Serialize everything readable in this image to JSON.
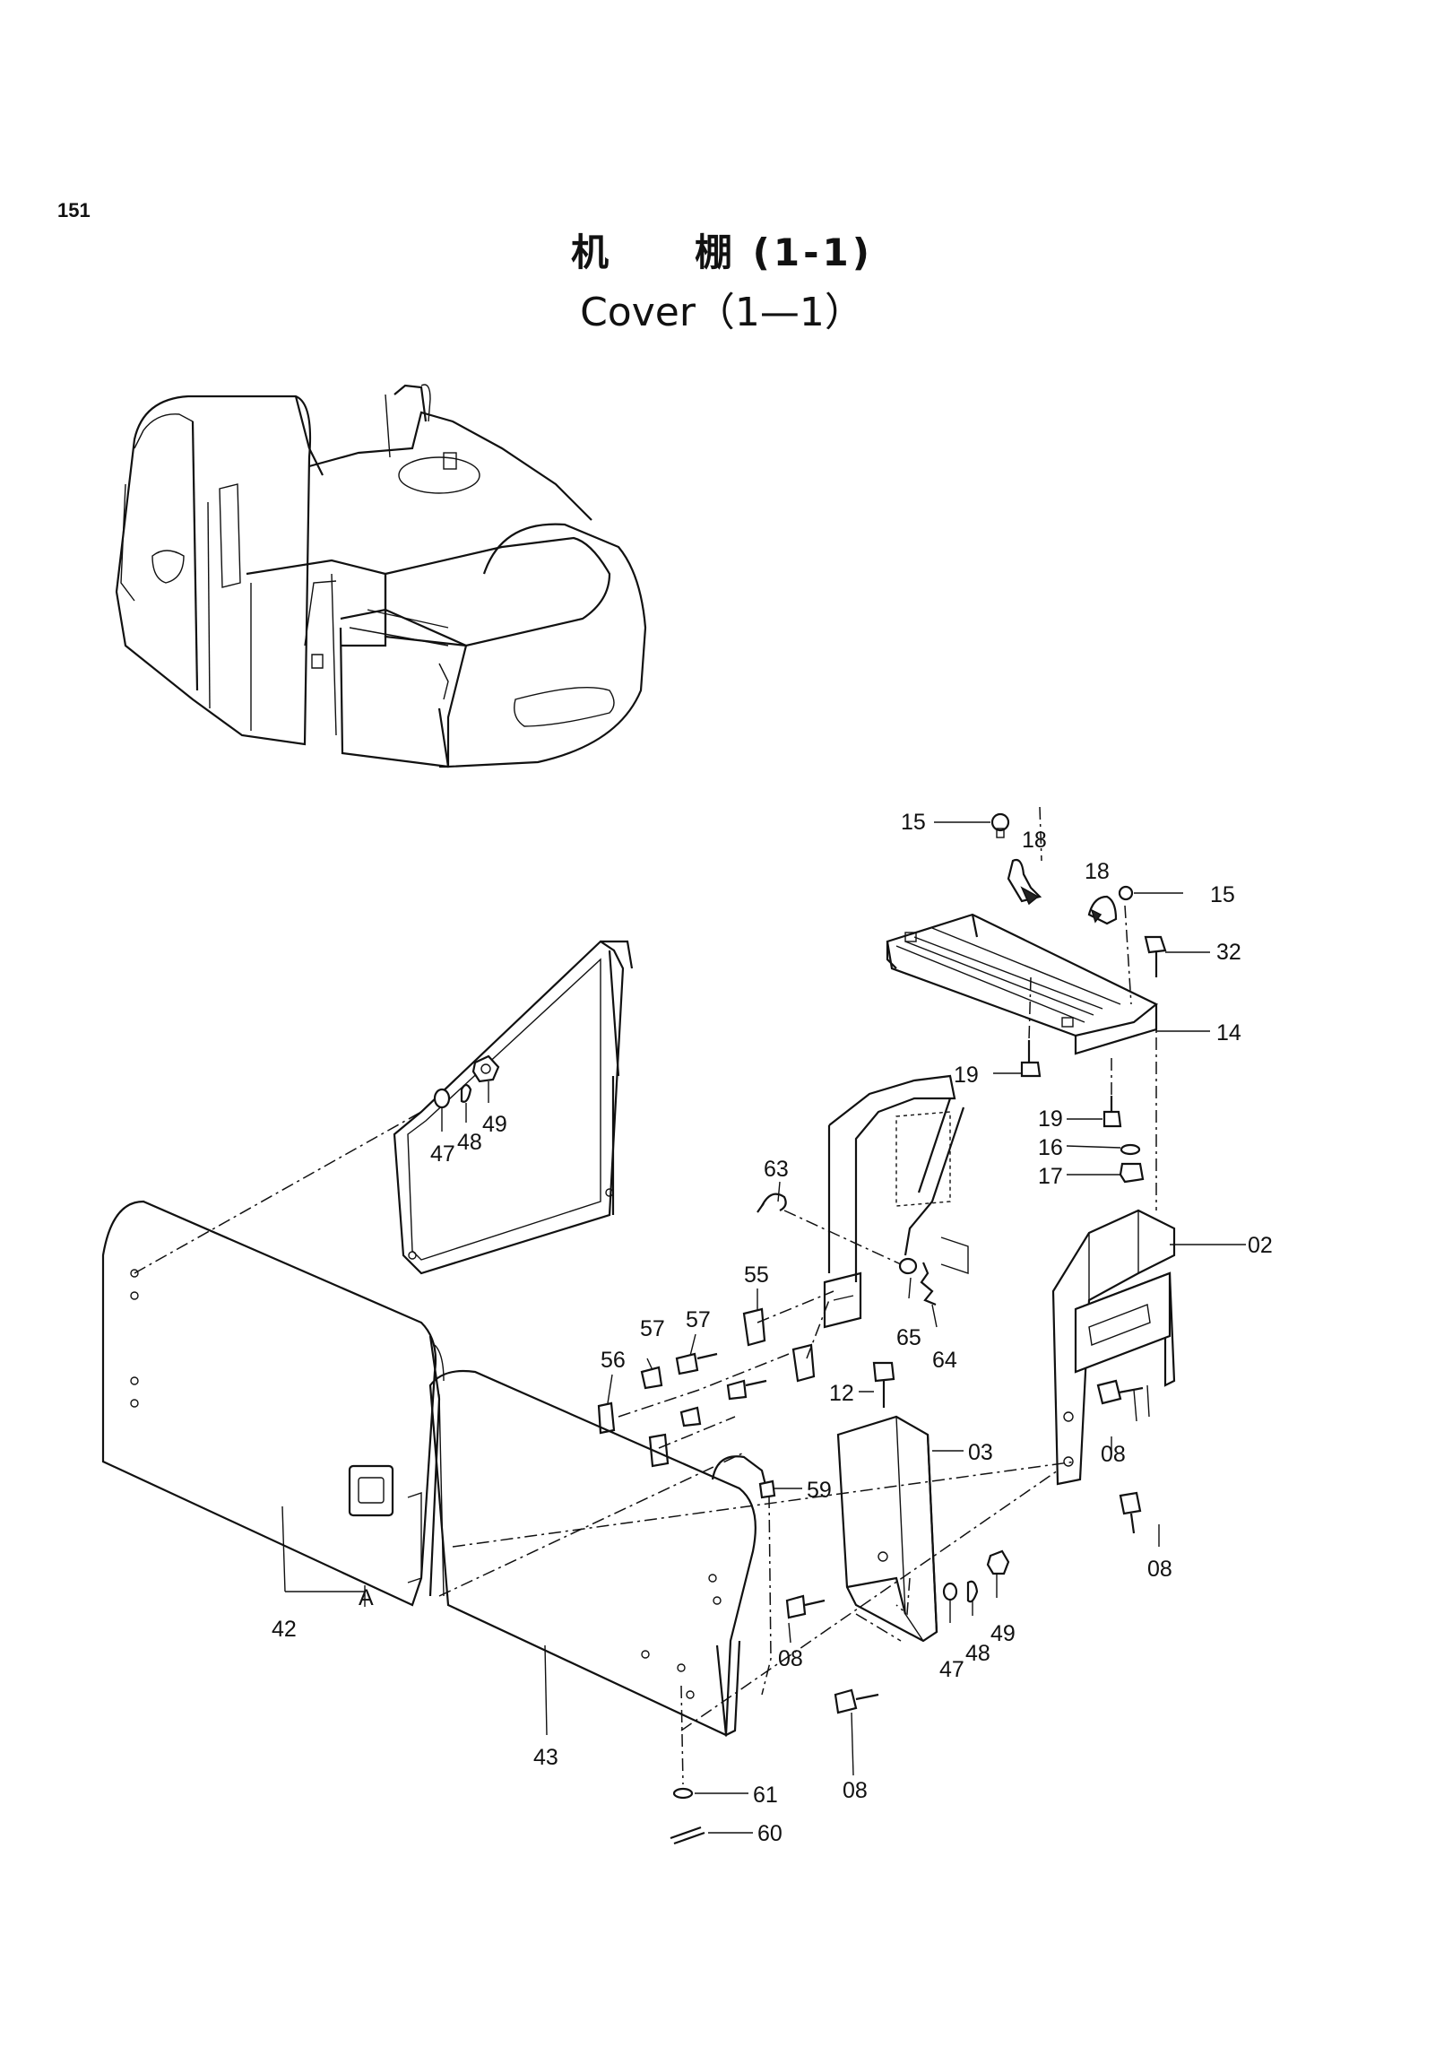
{
  "page_number": "151",
  "title_zh": "机　　棚 (1-1)",
  "title_en": "Cover（1—1）",
  "callouts": {
    "c15a": "15",
    "c18a": "18",
    "c18b": "18",
    "c15b": "15",
    "c32": "32",
    "c14": "14",
    "c19a": "19",
    "c19b": "19",
    "c16": "16",
    "c17": "17",
    "c02": "02",
    "c47a": "47",
    "c48a": "48",
    "c49a": "49",
    "c63": "63",
    "c55": "55",
    "c57": "57",
    "c56": "56",
    "c65": "65",
    "c64": "64",
    "c12": "12",
    "c08a": "08",
    "c03": "03",
    "c59": "59",
    "c08b": "08",
    "c42": "42",
    "cA": "A",
    "c08c": "08",
    "c47b": "47",
    "c48b": "48",
    "c49b": "49",
    "c43": "43",
    "c08d": "08",
    "c61": "61",
    "c60": "60"
  }
}
